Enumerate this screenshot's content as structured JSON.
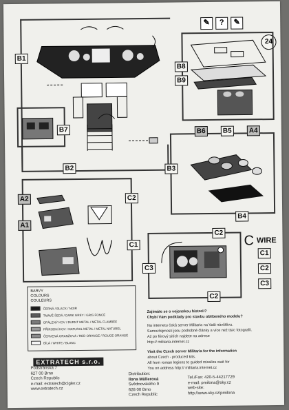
{
  "page_number": "24",
  "icons": [
    "paint-icon",
    "question-icon",
    "paint-icon"
  ],
  "labels": {
    "b1": "B1",
    "b7": "B7",
    "b2": "B2",
    "b8": "B8",
    "b9": "B9",
    "b6": "B6",
    "b5": "B5",
    "a4": "A4",
    "b3": "B3",
    "b4": "B4",
    "a2": "A2",
    "c2_top": "C2",
    "a1": "A1",
    "c1": "C1",
    "c2_mid": "C2",
    "c3": "C3",
    "c2_low": "C2"
  },
  "wire": {
    "title": "WIRE",
    "letter": "C",
    "parts": [
      "C1",
      "C2",
      "C3"
    ]
  },
  "colours": {
    "header": [
      "BARVY",
      "COLOURS",
      "COULEURS"
    ],
    "items": [
      {
        "label": "ČERNÁ / BLACK / NOIR",
        "color": "#1a1a1a"
      },
      {
        "label": "TMAVĚ ŠEDÁ / DARK GREY / GRIS FONCÉ",
        "color": "#5a5a5a"
      },
      {
        "label": "OPÁLENÝ KOV / BURNT METAL / METAL FLAMBÉE",
        "color": "#7a7a7a"
      },
      {
        "label": "PŘÍRODNÍ KOV / NATURAL METAL / METAL NATUREL",
        "color": "#9a9a9a"
      },
      {
        "label": "ČERVENÁ ORANŽOVÁ / RED ORANGE / ROUGE ORANGÉ",
        "color": "#8c8c8c"
      },
      {
        "label": "BÍLÁ / WHITE / BLANC",
        "color": "#f5f5f5"
      }
    ]
  },
  "info": {
    "czech_1": "Zajímáte se o vojenskou historii?",
    "czech_2": "Chybí Vám podklady pro stavbu oblíbeného modelu?",
    "czech_3": "Na internetu čeká server Militaria na Vaši návštěvu.",
    "czech_4": "Samozřejmostí jsou podrobné články a více než tisíc fotografií.",
    "czech_5": "Až po fórový sítích najdete na adrese",
    "czech_6": "http:// militaria.internet.cz",
    "english_1": "Visit the Czech server Militaria for the information",
    "english_2": "about Czech - produced kits.",
    "english_3": "All from roman legions to guided missiles wait for",
    "english_4": "You on address http:// militaria.internet.cz"
  },
  "footer": {
    "brand": "EXTRATECH s.r.o.",
    "address": [
      "Podstránská 7",
      "627 00 Brno",
      "Czech Republic",
      "e-mail: extratech@cigler.cz",
      "www.extratech.cz"
    ],
    "distribution": [
      "Distribution:",
      "Ilona Müllerová",
      "Svědnovského 9",
      "628 00 Brno",
      "Czech Republic"
    ],
    "contact": [
      "Tel./Fax: 420-5-44217729",
      "e-mail: pmilona@sky.cz",
      "web-site:",
      "http://www.sky.cz/pmilona"
    ]
  }
}
